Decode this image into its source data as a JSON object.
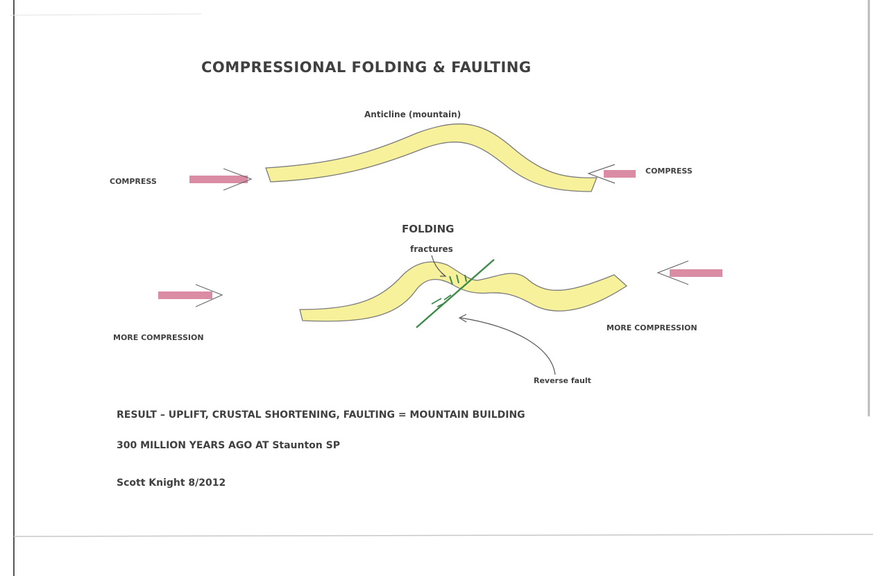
{
  "title": "COMPRESSIONAL FOLDING & FAULTING",
  "top_diagram": {
    "label": "Anticline (mountain)",
    "left_arrow_label": "COMPRESS",
    "right_arrow_label": "COMPRESS"
  },
  "bottom_diagram": {
    "label": "FOLDING",
    "fractures_label": "fractures",
    "left_arrow_label": "MORE COMPRESSION",
    "right_arrow_label": "MORE COMPRESSION",
    "fault_label": "Reverse fault"
  },
  "notes": {
    "result": "RESULT – UPLIFT, CRUSTAL SHORTENING, FAULTING = MOUNTAIN BUILDING",
    "age": "300 MILLION YEARS AGO AT Staunton SP",
    "credit": "Scott Knight 8/2012"
  },
  "colors": {
    "rock_layer": "#f6f19a",
    "layer_outline": "#7a7a7a",
    "arrow_fill": "#d98ca4",
    "fault_line": "#3f8a4a"
  }
}
